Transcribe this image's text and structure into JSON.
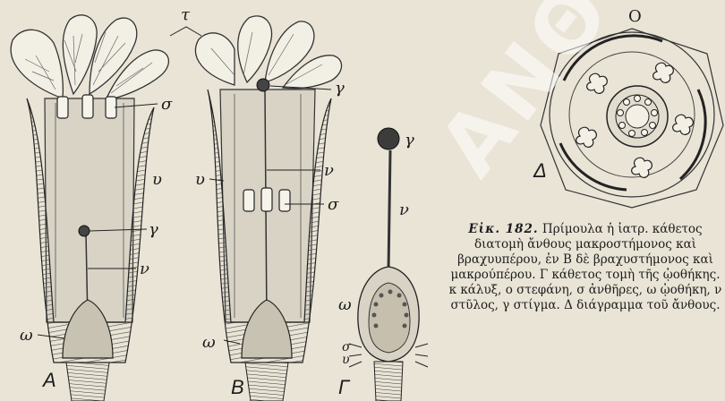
{
  "figure": {
    "panel_letters": {
      "a": "A",
      "b": "B",
      "g": "Γ",
      "d": "Δ"
    },
    "labels_a": {
      "tau": "τ",
      "sigma": "σ",
      "upsilon": "υ",
      "gamma": "γ",
      "nu": "ν",
      "omega": "ω"
    },
    "labels_b": {
      "gamma": "γ",
      "nu": "ν",
      "upsilon": "υ",
      "sigma": "σ",
      "omega": "ω"
    },
    "labels_g": {
      "gamma": "γ",
      "nu": "ν",
      "omega": "ω",
      "sigma": "σ",
      "upsilon": "υ"
    },
    "diagram_top": "Ο"
  },
  "caption": {
    "fig_no": "Εἰκ. 182.",
    "text": "Πρίμουλα ἡ ἰατρ. κάθετος διατομὴ ἄνθους μακροστήμονος καὶ βραχυυπέρου, ἐν Β δὲ βραχυστήμονος καὶ μακρούπέρου. Γ κάθετος τομὴ τῆς ᾠοθήκης. κ κάλυξ, ο στεφάνη, σ ἀνθῆρες, ω ᾠοθήκη, ν στῦλος, γ στίγμα. Δ διάγραμμα τοῦ ἄνθους."
  },
  "watermark": "ΑΝΘΟΚΗΠΟΣ"
}
